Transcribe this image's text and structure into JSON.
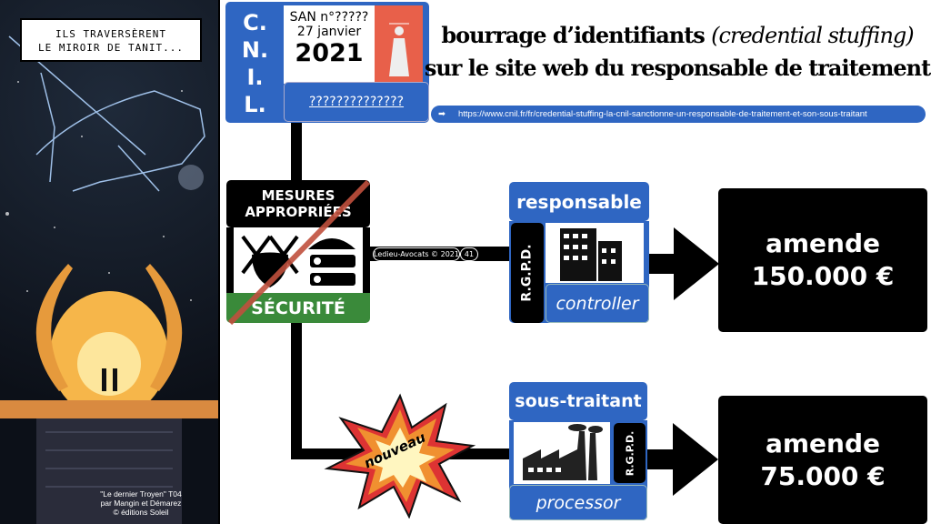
{
  "comic": {
    "caption_line1": "ILS TRAVERSÈRENT",
    "caption_line2": "LE MIROIR DE TANIT...",
    "credit_line1": "\"Le dernier Troyen\" T04",
    "credit_line2": "par Mangin et Démarez",
    "credit_line3": "© éditions Soleil"
  },
  "cnil": {
    "letters": [
      "C.",
      "N.",
      "I.",
      "L."
    ],
    "san": "SAN n°?????",
    "date": "27 janvier",
    "year": "2021",
    "ref": "??????????????"
  },
  "title": {
    "line1_a": "bourrage d’identifiants ",
    "line1_b": "(credential stuffing)",
    "line2": "sur le site web du responsable de traitement"
  },
  "link": {
    "icon": "arrow-right-icon",
    "url": "https://www.cnil.fr/fr/credential-stuffing-la-cnil-sanctionne-un-responsable-de-traitement-et-son-sous-traitant"
  },
  "mesures": {
    "header": "MESURES APPROPRIÉES",
    "footer": "SÉCURITÉ"
  },
  "footer_badge": {
    "text": "Ledieu-Avocats © 2021",
    "page": "41"
  },
  "responsable": {
    "header": "responsable",
    "rgpd": "R.G.P.D.",
    "footer": "controller"
  },
  "sous_traitant": {
    "header": "sous-traitant",
    "rgpd": "R.G.P.D.",
    "footer": "processor",
    "badge": "nouveau"
  },
  "amende1": {
    "label": "amende",
    "amount": "150.000 €"
  },
  "amende2": {
    "label": "amende",
    "amount": "75.000 €"
  },
  "colors": {
    "blue": "#2f66c2",
    "green": "#3a8a3a",
    "red": "#e8604a"
  }
}
